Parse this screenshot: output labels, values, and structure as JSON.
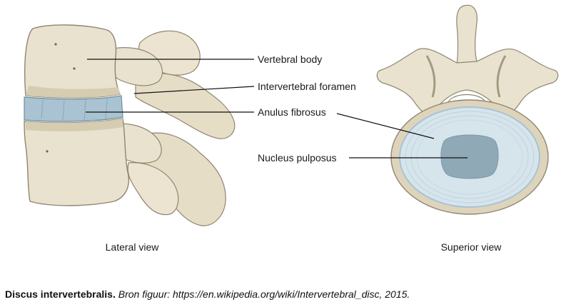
{
  "labels": {
    "vertebral_body": "Vertebral body",
    "intervertebral_foramen": "Intervertebral foramen",
    "anulus_fibrosus": "Anulus fibrosus",
    "nucleus_pulposus": "Nucleus pulposus"
  },
  "views": {
    "lateral": "Lateral view",
    "superior": "Superior view"
  },
  "caption": {
    "title": "Discus intervertebralis.",
    "source": "Bron figuur: https://en.wikipedia.org/wiki/Intervertebral_disc, 2015."
  },
  "colors": {
    "bone": "#e9e2cf",
    "bone_shadow": "#cfc4a8",
    "bone_outline": "#8f8670",
    "anulus": "#a9c3d2",
    "anulus_light": "#d6e4ec",
    "nucleus": "#8fa9b6"
  }
}
